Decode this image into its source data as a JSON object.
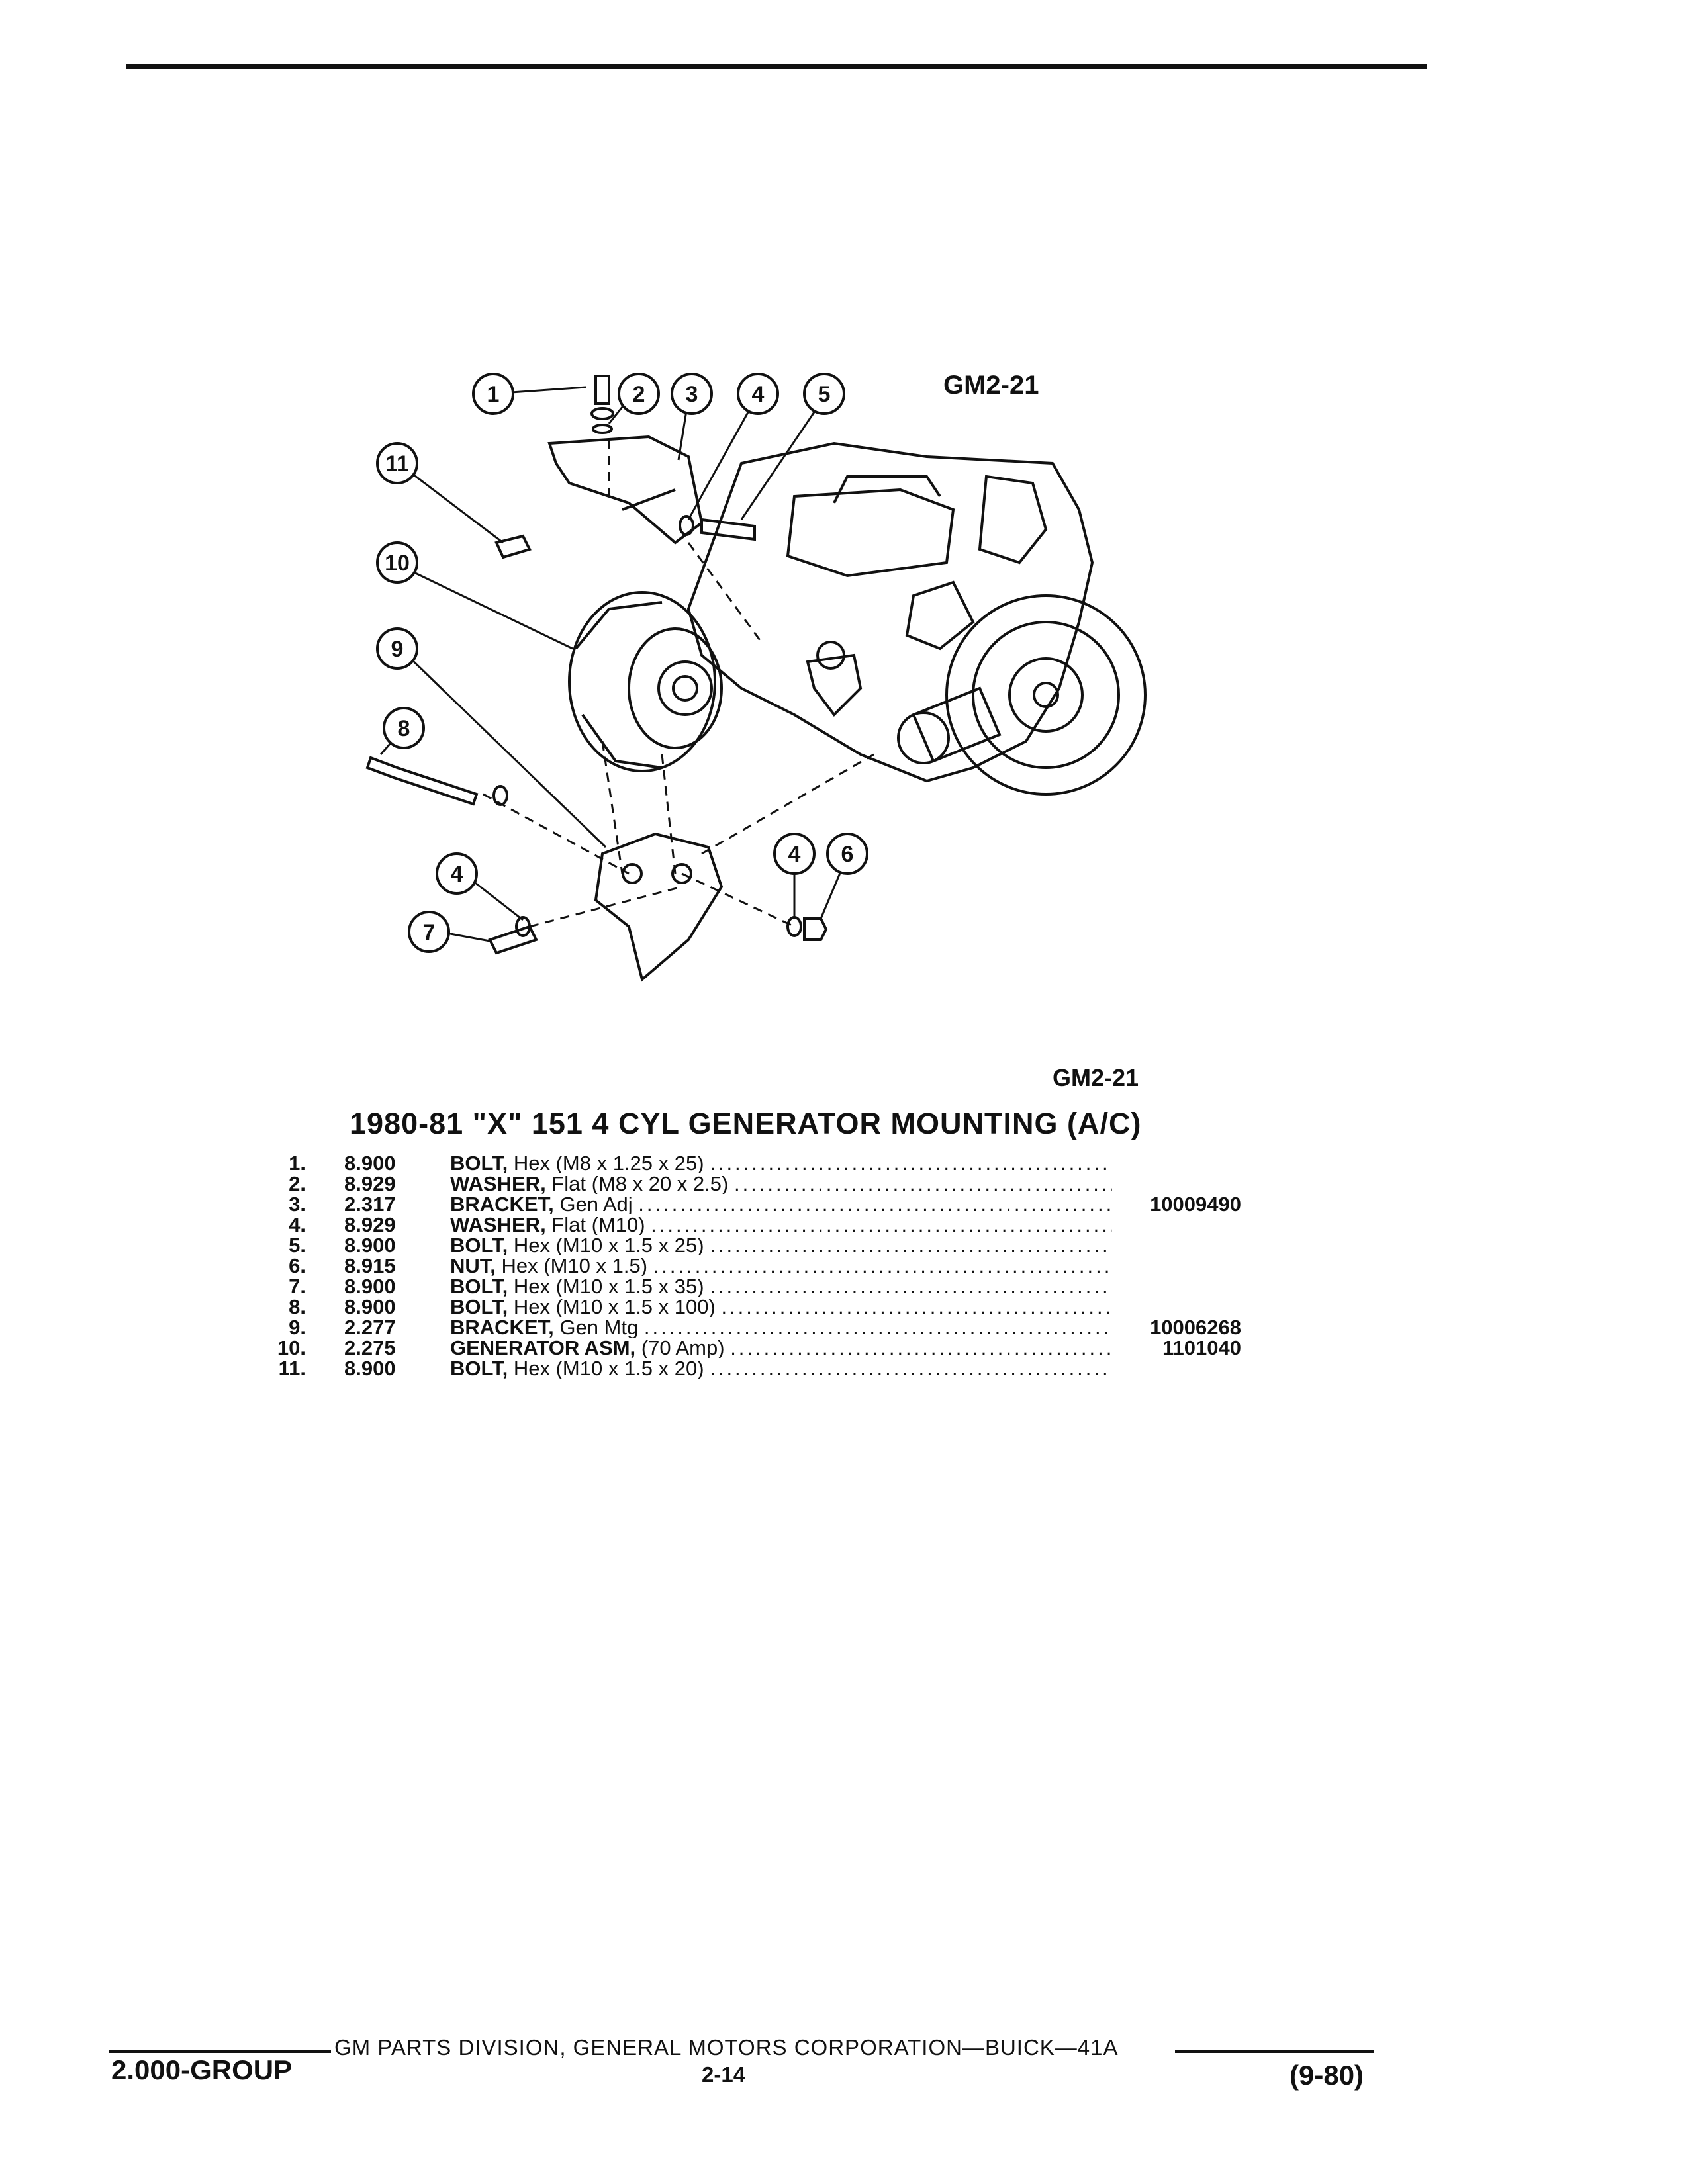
{
  "figure": {
    "code_top": "GM2-21",
    "code_bottom": "GM2-21",
    "callouts": [
      "1",
      "2",
      "3",
      "4",
      "5",
      "11",
      "10",
      "9",
      "8",
      "4",
      "7",
      "4",
      "6"
    ]
  },
  "section_title": "1980-81 \"X\" 151 4 CYL GENERATOR MOUNTING (A/C)",
  "parts": [
    {
      "num": "1.",
      "code": "8.900",
      "name": "BOLT,",
      "spec": " Hex (M8 x 1.25 x 25)",
      "part": ""
    },
    {
      "num": "2.",
      "code": "8.929",
      "name": "WASHER,",
      "spec": " Flat (M8 x 20 x 2.5)",
      "part": ""
    },
    {
      "num": "3.",
      "code": "2.317",
      "name": "BRACKET,",
      "spec": " Gen Adj",
      "part": "10009490"
    },
    {
      "num": "4.",
      "code": "8.929",
      "name": "WASHER,",
      "spec": " Flat (M10)",
      "part": ""
    },
    {
      "num": "5.",
      "code": "8.900",
      "name": "BOLT,",
      "spec": " Hex (M10 x 1.5 x 25)",
      "part": ""
    },
    {
      "num": "6.",
      "code": "8.915",
      "name": "NUT,",
      "spec": " Hex (M10 x 1.5)",
      "part": ""
    },
    {
      "num": "7.",
      "code": "8.900",
      "name": "BOLT,",
      "spec": " Hex (M10 x 1.5 x 35)",
      "part": ""
    },
    {
      "num": "8.",
      "code": "8.900",
      "name": "BOLT,",
      "spec": " Hex (M10 x 1.5 x 100)",
      "part": ""
    },
    {
      "num": "9.",
      "code": "2.277",
      "name": "BRACKET,",
      "spec": " Gen Mtg",
      "part": "10006268"
    },
    {
      "num": "10.",
      "code": "2.275",
      "name": "GENERATOR ASM,",
      "spec": " (70 Amp)",
      "part": "1101040"
    },
    {
      "num": "11.",
      "code": "8.900",
      "name": "BOLT,",
      "spec": " Hex (M10 x 1.5 x 20)",
      "part": ""
    }
  ],
  "footer": {
    "company": "GM PARTS DIVISION, GENERAL MOTORS CORPORATION—BUICK—41A",
    "group": "2.000-GROUP",
    "page": "2-14",
    "date": "(9-80)"
  }
}
